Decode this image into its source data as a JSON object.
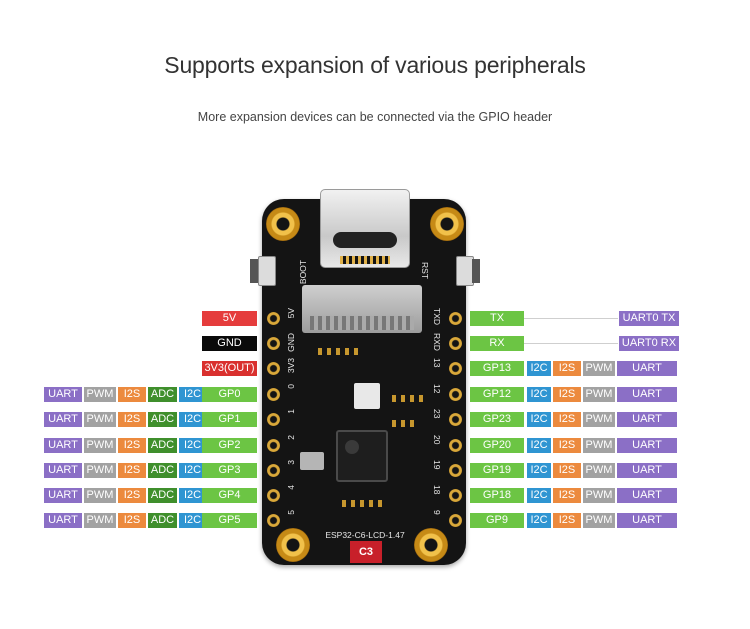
{
  "header": {
    "title": "Supports expansion of various peripherals",
    "subtitle": "More expansion devices can be connected via the GPIO header"
  },
  "board": {
    "name": "ESP32-C6-LCD-1.47",
    "badge": "C3",
    "silk": {
      "boot": "BOOT",
      "rst": "RST",
      "left": [
        "5V",
        "GND",
        "3V3",
        "0",
        "1",
        "2",
        "3",
        "4",
        "5"
      ],
      "right": [
        "TXD",
        "RXD",
        "13",
        "12",
        "23",
        "20",
        "19",
        "18",
        "9"
      ]
    }
  },
  "left_power": [
    {
      "label": "5V",
      "color": "#e53c3c"
    },
    {
      "label": "GND",
      "color": "#0a0a0a"
    },
    {
      "label": "3V3(OUT)",
      "color": "#d9302e"
    }
  ],
  "left_gpio": [
    {
      "functions": [
        "UART",
        "PWM",
        "I2S",
        "ADC",
        "I2C"
      ],
      "pin": "GP0"
    },
    {
      "functions": [
        "UART",
        "PWM",
        "I2S",
        "ADC",
        "I2C"
      ],
      "pin": "GP1"
    },
    {
      "functions": [
        "UART",
        "PWM",
        "I2S",
        "ADC",
        "I2C"
      ],
      "pin": "GP2"
    },
    {
      "functions": [
        "UART",
        "PWM",
        "I2S",
        "ADC",
        "I2C"
      ],
      "pin": "GP3"
    },
    {
      "functions": [
        "UART",
        "PWM",
        "I2S",
        "ADC",
        "I2C"
      ],
      "pin": "GP4"
    },
    {
      "functions": [
        "UART",
        "PWM",
        "I2S",
        "ADC",
        "I2C"
      ],
      "pin": "GP5"
    }
  ],
  "right_uart": [
    {
      "pin": "TX",
      "function": "UART0 TX"
    },
    {
      "pin": "RX",
      "function": "UART0 RX"
    }
  ],
  "right_gpio": [
    {
      "pin": "GP13",
      "functions": [
        "I2C",
        "I2S",
        "PWM",
        "UART"
      ]
    },
    {
      "pin": "GP12",
      "functions": [
        "I2C",
        "I2S",
        "PWM",
        "UART"
      ]
    },
    {
      "pin": "GP23",
      "functions": [
        "I2C",
        "I2S",
        "PWM",
        "UART"
      ]
    },
    {
      "pin": "GP20",
      "functions": [
        "I2C",
        "I2S",
        "PWM",
        "UART"
      ]
    },
    {
      "pin": "GP19",
      "functions": [
        "I2C",
        "I2S",
        "PWM",
        "UART"
      ]
    },
    {
      "pin": "GP18",
      "functions": [
        "I2C",
        "I2S",
        "PWM",
        "UART"
      ]
    },
    {
      "pin": "GP9",
      "functions": [
        "I2C",
        "I2S",
        "PWM",
        "UART"
      ]
    }
  ],
  "colors": {
    "UART": "#8b6fc6",
    "PWM": "#a2a2a2",
    "I2S": "#ec8a3e",
    "ADC": "#3f8f2c",
    "I2C": "#2f95d2",
    "GPIO": "#6cc544"
  }
}
